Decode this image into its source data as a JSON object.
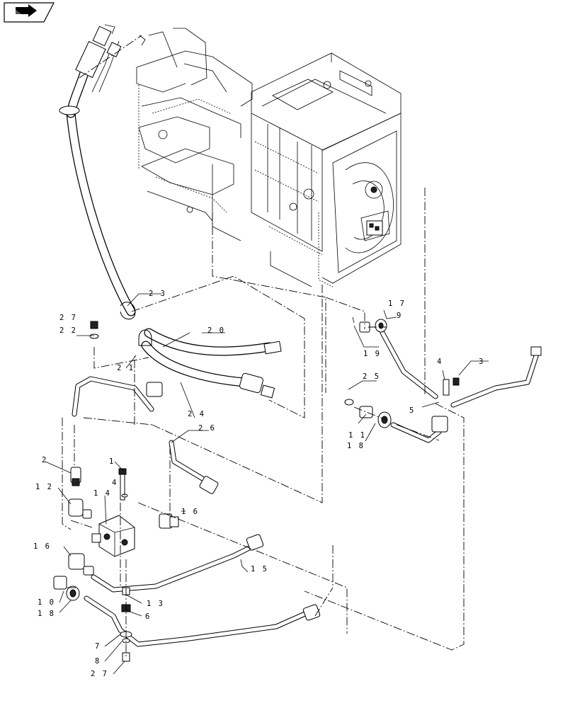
{
  "toolbar": {
    "nav_icon": "arrow-right-icon"
  },
  "callouts": [
    {
      "id": "c23",
      "label": "2 3"
    },
    {
      "id": "c27a",
      "label": "2 7"
    },
    {
      "id": "c22",
      "label": "2 2"
    },
    {
      "id": "c20",
      "label": "2 0"
    },
    {
      "id": "c21",
      "label": "2 1"
    },
    {
      "id": "c24",
      "label": "2 4"
    },
    {
      "id": "c26",
      "label": "2 6"
    },
    {
      "id": "c17",
      "label": "1 7"
    },
    {
      "id": "c9",
      "label": "9"
    },
    {
      "id": "c19",
      "label": "1 9"
    },
    {
      "id": "c4a",
      "label": "4"
    },
    {
      "id": "c3",
      "label": "3"
    },
    {
      "id": "c25",
      "label": "2 5"
    },
    {
      "id": "c5",
      "label": "5"
    },
    {
      "id": "c11",
      "label": "1 1"
    },
    {
      "id": "c18a",
      "label": "1 8"
    },
    {
      "id": "c2",
      "label": "2"
    },
    {
      "id": "c1",
      "label": "1"
    },
    {
      "id": "c12",
      "label": "1 2"
    },
    {
      "id": "c4b",
      "label": "4"
    },
    {
      "id": "c14",
      "label": "1 4"
    },
    {
      "id": "c16a",
      "label": "1 6"
    },
    {
      "id": "c16b",
      "label": "1 6"
    },
    {
      "id": "c15",
      "label": "1 5"
    },
    {
      "id": "c10",
      "label": "1 0"
    },
    {
      "id": "c18b",
      "label": "1 8"
    },
    {
      "id": "c13",
      "label": "1 3"
    },
    {
      "id": "c6",
      "label": "6"
    },
    {
      "id": "c7",
      "label": "7"
    },
    {
      "id": "c8",
      "label": "8"
    },
    {
      "id": "c27b",
      "label": "2 7"
    }
  ]
}
